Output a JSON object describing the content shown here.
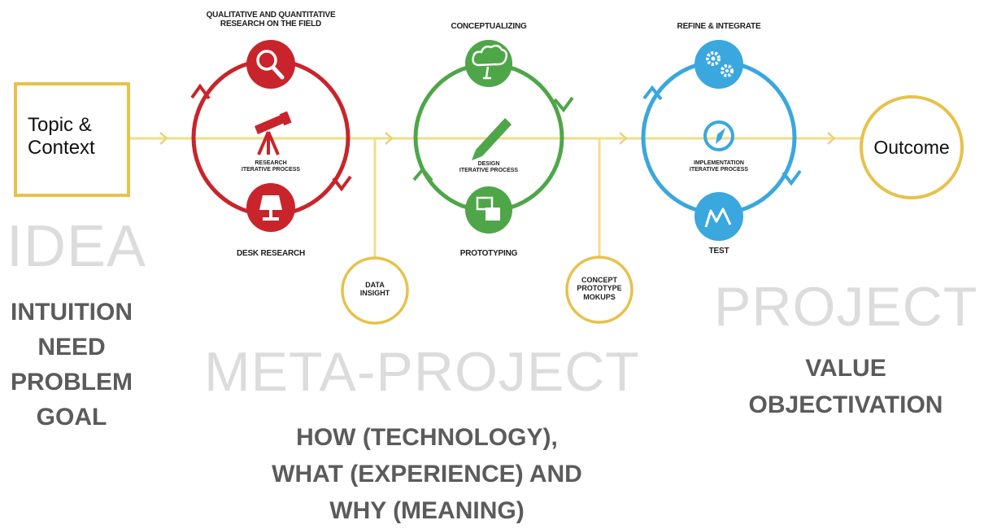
{
  "colors": {
    "flow_line": "#f2dd8a",
    "frame": "#e8c14a",
    "research": "#c9242b",
    "design": "#4ea648",
    "implementation": "#3aa7de",
    "phase_text": "#dcdcdc",
    "sub_text": "#5b5b5b"
  },
  "start": {
    "text_line1": "Topic  &",
    "text_line2": "Context"
  },
  "outcome": {
    "text": "Outcome"
  },
  "research": {
    "top_label_line1": "QUALITATIVE AND QUANTITATIVE",
    "top_label_line2": "RESEARCH ON THE FIELD",
    "center_line1": "RESEARCH",
    "center_line2": "ITERATIVE PROCESS",
    "bottom_label": "DESK RESEARCH",
    "icons": [
      "magnifier-icon",
      "telescope-icon",
      "lamp-icon"
    ]
  },
  "design": {
    "top_label": "CONCEPTUALIZING",
    "center_line1": "DESIGN",
    "center_line2": "ITERATIVE PROCESS",
    "bottom_label": "PROTOTYPING",
    "icons": [
      "cloud-tree-icon",
      "pencil-icon",
      "prototype-icon"
    ]
  },
  "implementation": {
    "top_label": "REFINE & INTEGRATE",
    "center_line1": "IMPLEMENTATION",
    "center_line2": "ITERATIVE PROCESS",
    "bottom_label": "TEST",
    "icons": [
      "gears-icon",
      "compass-icon",
      "chart-icon"
    ]
  },
  "data_insight": {
    "line1": "DATA",
    "line2": "INSIGHT"
  },
  "concept_prototype": {
    "line1": "CONCEPT",
    "line2": "PROTOTYPE",
    "line3": "MOKUPS"
  },
  "idea": {
    "title": "IDEA",
    "items": [
      "INTUITION",
      "NEED",
      "PROBLEM",
      "GOAL"
    ]
  },
  "meta_project": {
    "title": "META-PROJECT",
    "lines": [
      "HOW (TECHNOLOGY),",
      "WHAT (EXPERIENCE) AND",
      "WHY (MEANING)"
    ]
  },
  "project": {
    "title": "PROJECT",
    "lines": [
      "VALUE",
      "OBJECTIVATION"
    ]
  }
}
